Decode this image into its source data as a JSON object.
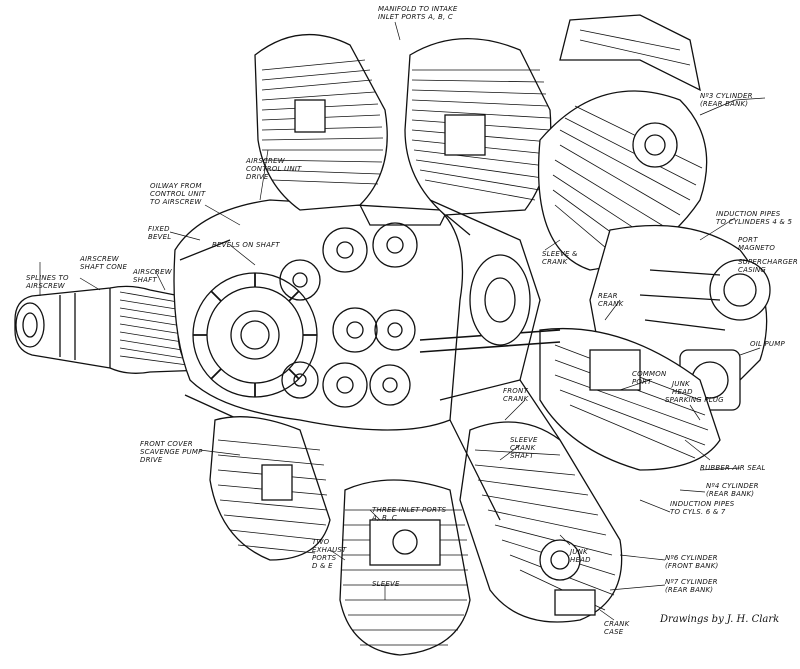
{
  "labels": {
    "manifold": "MANIFOLD TO INTAKE\nINLET PORTS A, B, C",
    "no3_cylinder": "Nº3 CYLINDER\n(REAR BANK)",
    "oilway": "OILWAY FROM\nCONTROL UNIT\nTO AIRSCREW",
    "airscrew_control": "AIRSCREW\nCONTROL UNIT\nDRIVE",
    "fixed_bevel": "FIXED\nBEVEL",
    "bevels_on_shaft": "BEVELS ON SHAFT",
    "airscrew_shaft_cone": "AIRSCREW\nSHAFT CONE",
    "splines": "SPLINES TO\nAIRSCREW",
    "airscrew_shaft": "AIRSCREW\nSHAFT",
    "sleeve_crank": "SLEEVE &\nCRANK",
    "induction_pipes": "INDUCTION PIPES\nTO CYLINDERS 4 & 5",
    "port_magneto": "PORT\nMAGNETO",
    "supercharger": "SUPERCHARGER\nCASING",
    "rear_crank": "REAR\nCRANK",
    "oil_pump": "OIL PUMP",
    "common_port": "COMMON\nPORT",
    "junk_head_1": "JUNK\nHEAD",
    "sparking_plug": "SPARKING PLUG",
    "front_crank": "FRONT\nCRANK",
    "front_cover": "FRONT COVER\nSCAVENGE PUMP\nDRIVE",
    "sleeve_crank_shaft": "SLEEVE\nCRANK\nSHAFT",
    "rubber_seal": "RUBBER AIR SEAL",
    "no4_cylinder": "Nº4 CYLINDER\n(REAR BANK)",
    "induction_cyls": "INDUCTION PIPES\nTO CYLS. 6 & 7",
    "three_inlet": "THREE INLET PORTS\nA, B, C",
    "two_exhaust": "TWO\nEXHAUST\nPORTS\nD & E",
    "junk_head_2": "JUNK\nHEAD",
    "no6_cylinder": "Nº6 CYLINDER\n(FRONT BANK)",
    "no7_cylinder": "Nº7 CYLINDER\n(REAR BANK)",
    "sleeve_label": "SLEEVE",
    "crank_case": "CRANK\nCASE"
  },
  "credit": "Drawings by J. H. Clark"
}
